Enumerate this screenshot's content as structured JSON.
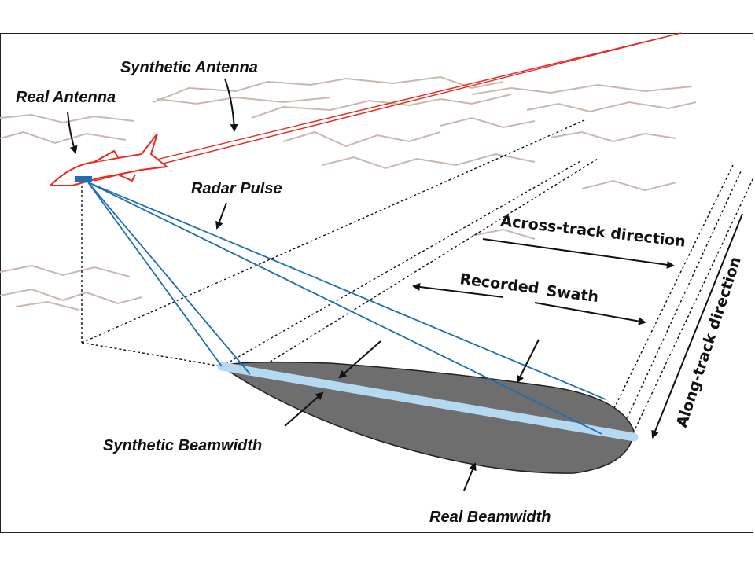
{
  "labels": {
    "synthetic_antenna": "Synthetic Antenna",
    "real_antenna": "Real Antenna",
    "radar_pulse": "Radar Pulse",
    "across_track": "Across-track direction",
    "recorded": "Recorded",
    "swath": "Swath",
    "along_track": "Along-track direction",
    "synthetic_beamwidth": "Synthetic Beamwidth",
    "real_beamwidth": "Real Beamwidth"
  },
  "colors": {
    "aircraft": "#e8281e",
    "pulse": "#1f6fb5",
    "footprint": "#6e6e6e",
    "synthetic_beam": "#b6d9f2",
    "terrain": "#c8b8b0"
  }
}
